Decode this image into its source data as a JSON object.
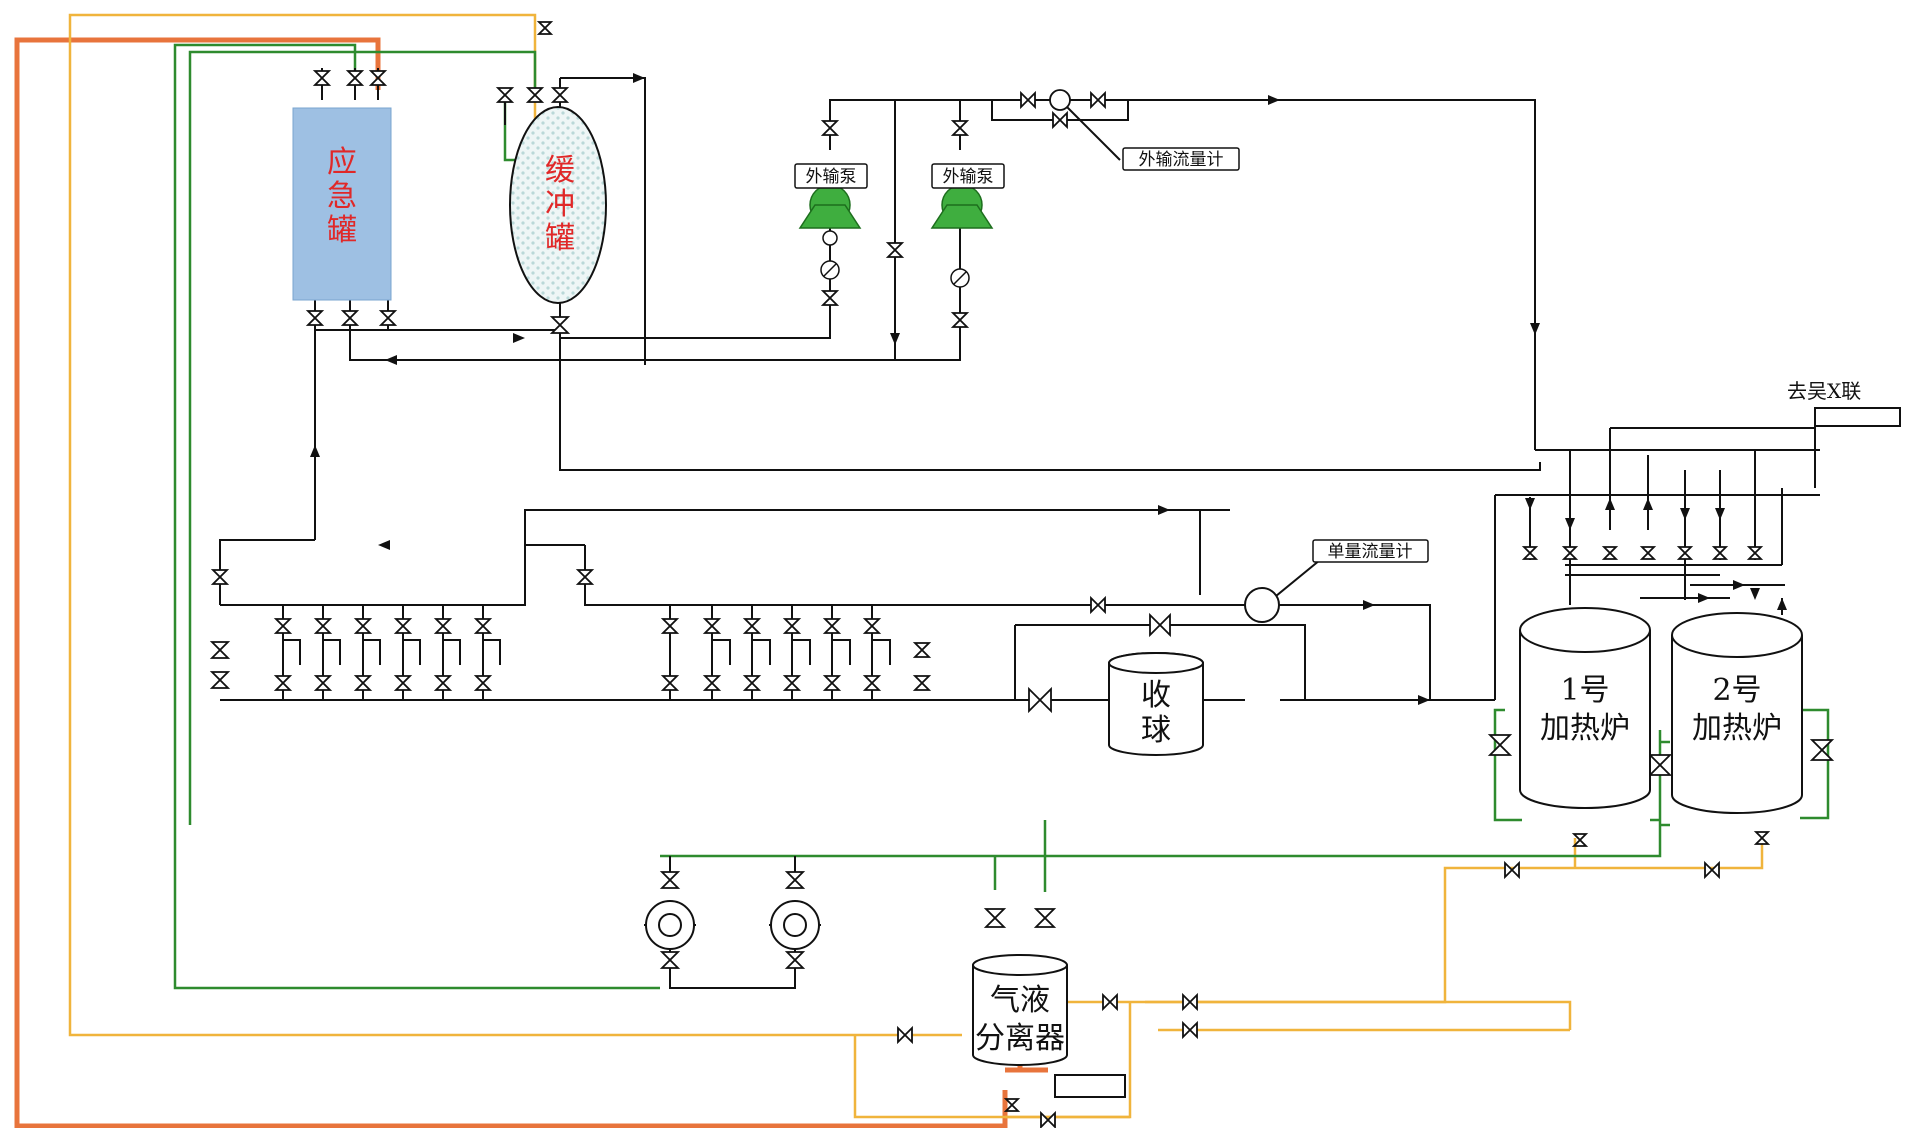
{
  "labels": {
    "emergency_tank": [
      "应",
      "急",
      "罐"
    ],
    "buffer_tank": [
      "缓",
      "冲",
      "罐"
    ],
    "export_pump_1": "外输泵",
    "export_pump_2": "外输泵",
    "export_flowmeter": "外输流量计",
    "single_flowmeter": "单量流量计",
    "to_station": "去吴X联",
    "pig_receiver": [
      "收",
      "球"
    ],
    "heater_1": [
      "1号",
      "加热炉"
    ],
    "heater_2": [
      "2号",
      "加热炉"
    ],
    "separator": [
      "气液",
      "分离器"
    ]
  },
  "colors": {
    "oil_line": "#111111",
    "water_line": "#2e8b2e",
    "gas_line": "#f0b43c",
    "hot_line": "#e8743c",
    "emergency_tank_fill": "#9ec0e3",
    "pump_fill": "#3fae3f",
    "tank_label": "#e02828"
  }
}
